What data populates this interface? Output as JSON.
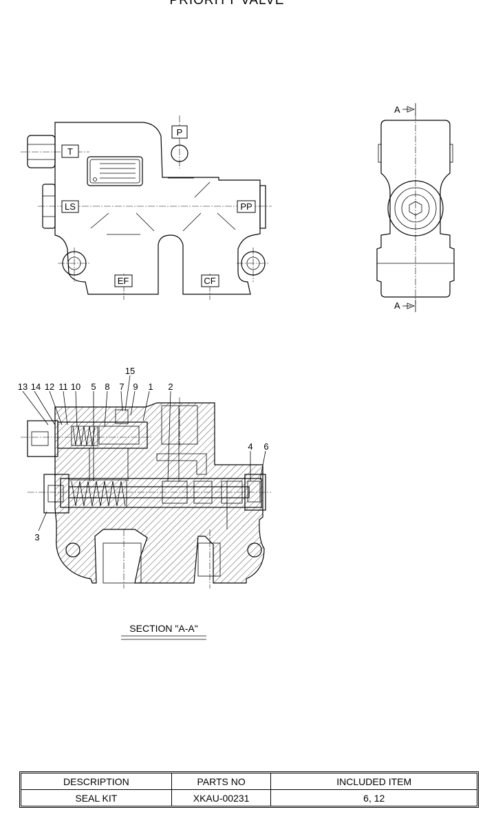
{
  "title": "PRIORITY VALVE",
  "ports": {
    "t": "T",
    "p": "P",
    "ls": "LS",
    "pp": "PP",
    "ef": "EF",
    "cf": "CF"
  },
  "section_marker": "A",
  "section_title": "SECTION \"A-A\"",
  "balloons": [
    "13",
    "14",
    "12",
    "11",
    "10",
    "5",
    "8",
    "7",
    "9",
    "1",
    "2",
    "15",
    "4",
    "6",
    "3"
  ],
  "parts_table": {
    "headers": [
      "DESCRIPTION",
      "PARTS NO",
      "INCLUDED ITEM"
    ],
    "rows": [
      [
        "SEAL KIT",
        "XKAU-00231",
        "6, 12"
      ]
    ]
  }
}
